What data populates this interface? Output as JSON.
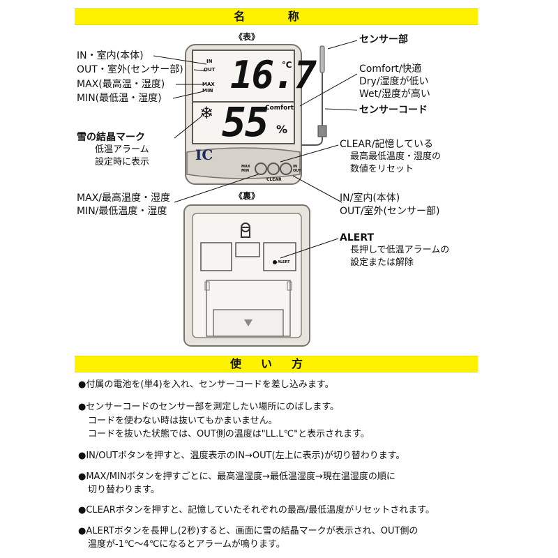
{
  "section_names": "名 称",
  "section_usage": "使い方",
  "front_label": "《表》",
  "back_label": "《裏》",
  "display": {
    "in": "IN",
    "out": "OUT",
    "max": "MAX",
    "min": "MIN",
    "temp": "16.7",
    "temp_unit": "℃",
    "humidity": "55",
    "hum_unit": "%",
    "comfort": "Comfort",
    "logo": "IC",
    "btn_left": "MAX MIN",
    "btn_clear": "CLEAR",
    "btn_right": "IN OUT",
    "alert": "ALERT"
  },
  "left_callouts": {
    "in": "IN・室内(本体)",
    "out": "OUT・室外(センサー部)",
    "max": "MAX(最高温・湿度)",
    "min": "MIN(最低温・湿度)",
    "snow_title": "雪の結晶マーク",
    "snow_l1": "低温アラーム",
    "snow_l2": "設定時に表示",
    "maxbtn": "MAX/最高温度・湿度",
    "minbtn": "MIN/最低温度・湿度"
  },
  "right_callouts": {
    "sensor": "センサー部",
    "comfort": "Comfort/快適",
    "dry": "Dry/湿度が低い",
    "wet": "Wet/湿度が高い",
    "cord": "センサーコード",
    "clear_title": "CLEAR/記憶している",
    "clear_l1": "最高最低温度・湿度の",
    "clear_l2": "数値をリセット",
    "in": "IN/室内(本体)",
    "out": "OUT/室外(センサー部)",
    "alert_title": "ALERT",
    "alert_l1": "長押しで低温アラームの",
    "alert_l2": "設定または解除"
  },
  "usage": {
    "b1": "●付属の電池を(単4)を入れ、センサーコードを差し込みます。",
    "b2": "●センサーコードのセンサー部を測定したい場所にのばします。",
    "b2_l2": "コードを使わない時は抜いてもかまいません。",
    "b2_l3": "コードを抜いた状態では、OUT側の温度は\"LL.L℃\"と表示されます。",
    "b3": "●IN/OUTボタンを押すと、温度表示のIN→OUT(左上に表示)が切り替わります。",
    "b4": "●MAX/MINボタンを押すごとに、最高温湿度→最低温湿度→現在温湿度の順に",
    "b4_l2": "切り替わります。",
    "b5": "●CLEARボタンを押すと、記憶していたそれぞれの最高/最低温度がリセットされます。",
    "b6": "●ALERTボタンを長押し(2秒)すると、画面に雪の結晶マークが表示され、OUT側の",
    "b6_l2": "温度が-1℃〜4℃になるとアラームが鳴ります。"
  }
}
